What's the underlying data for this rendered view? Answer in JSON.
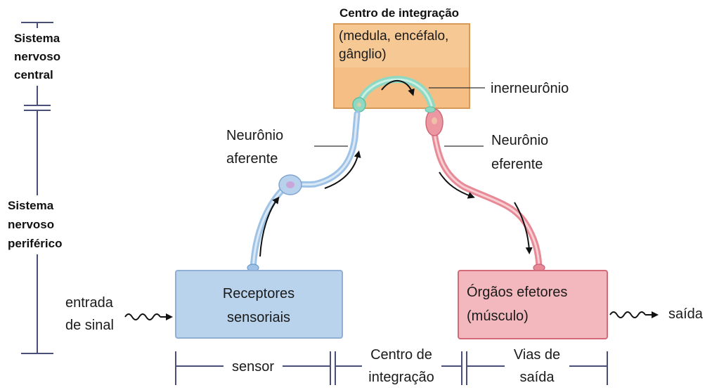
{
  "colors": {
    "center_fill": "#f6c894",
    "center_stroke": "#d89a58",
    "receptor_fill": "#b9d3ec",
    "receptor_stroke": "#8fb0d4",
    "effector_fill": "#f3b8bd",
    "effector_stroke": "#d46a78",
    "afferent_neuron": "#9fc3e6",
    "efferent_neuron": "#e88a96",
    "interneuron": "#8fd9c3",
    "bracket": "#4a4f7a"
  },
  "left_scale": {
    "cns_lines": [
      "Sistema",
      "nervoso",
      "central"
    ],
    "pns_lines": [
      "Sistema",
      "nervoso",
      "periférico"
    ]
  },
  "center": {
    "title": "Centro de integração",
    "lines": [
      "(medula, encéfalo,",
      "gânglio)"
    ],
    "interneuron_label": "inerneurônio"
  },
  "afferent_label": [
    "Neurônio",
    "aferente"
  ],
  "efferent_label": [
    "Neurônio",
    "eferente"
  ],
  "receptors": [
    "Receptores",
    "sensoriais"
  ],
  "effectors": [
    "Órgãos efetores",
    "(músculo)"
  ],
  "input_label": [
    "entrada",
    "de sinal"
  ],
  "output_label": "saída",
  "bottom": {
    "sensor": "sensor",
    "integration": [
      "Centro de",
      "integração"
    ],
    "output": [
      "Vias de",
      "saída"
    ]
  }
}
